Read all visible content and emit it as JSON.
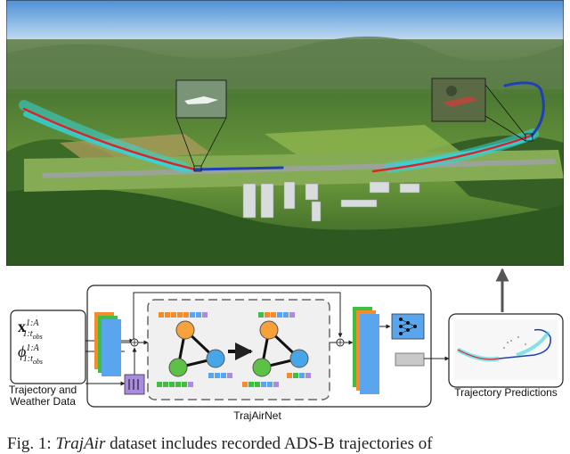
{
  "input": {
    "x_sym": "x",
    "x_sup": "1:A",
    "x_sub": "1:t",
    "x_sub_obs": "obs",
    "phi_sym": "ϕ",
    "phi_sup": "1:A",
    "phi_sub": "1:t",
    "phi_sub_obs": "obs",
    "label_line1": "Trajectory and",
    "label_line2": "Weather Data"
  },
  "model": {
    "name": "TrajAirNet"
  },
  "output": {
    "label": "Trajectory Predictions"
  },
  "caption": {
    "prefix": "Fig. 1: ",
    "dataset": "TrajAir",
    "rest": " dataset includes recorded ADS-B trajectories of"
  },
  "colors": {
    "observed": "#d7262b",
    "future": "#1f3fb5",
    "prediction": "#33d6dc",
    "node_orange": "#f6a13a",
    "node_green": "#5cc245",
    "node_blue": "#47a6e8",
    "block_blue": "#5aa6ee",
    "block_green": "#3fbf3f",
    "block_orange": "#f48c2c",
    "block_purple": "#a98be0"
  }
}
